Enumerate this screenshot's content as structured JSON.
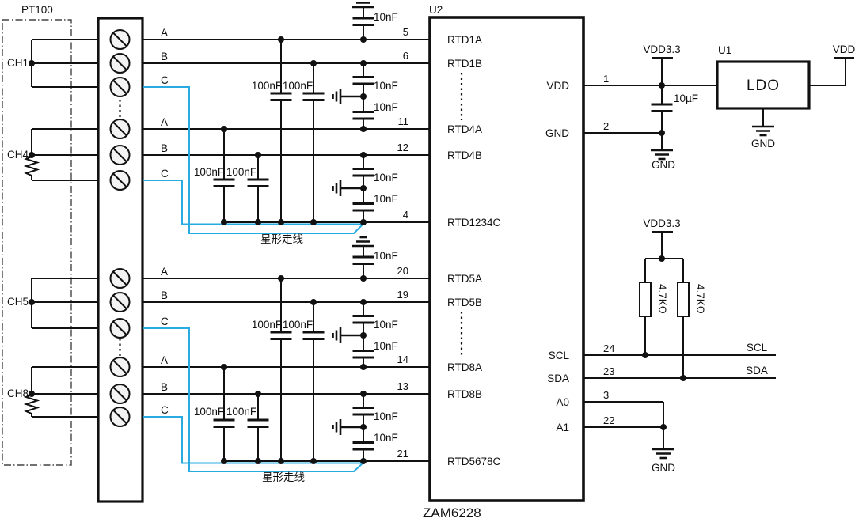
{
  "sensor": {
    "box_label": "PT100",
    "channels": [
      "CH1",
      "CH4",
      "CH5",
      "CH8"
    ]
  },
  "wires": {
    "a": "A",
    "b": "B",
    "c": "C"
  },
  "caps": {
    "c100n": "100nF",
    "c10n": "10nF",
    "c10u": "10µF"
  },
  "note": {
    "star": "星形走线"
  },
  "chip": {
    "ref": "U2",
    "part": "ZAM6228",
    "left_pins": [
      {
        "num": "5",
        "name": "RTD1A"
      },
      {
        "num": "6",
        "name": "RTD1B"
      },
      {
        "num": "11",
        "name": "RTD4A"
      },
      {
        "num": "12",
        "name": "RTD4B"
      },
      {
        "num": "4",
        "name": "RTD1234C"
      },
      {
        "num": "20",
        "name": "RTD5A"
      },
      {
        "num": "19",
        "name": "RTD5B"
      },
      {
        "num": "14",
        "name": "RTD8A"
      },
      {
        "num": "13",
        "name": "RTD8B"
      },
      {
        "num": "21",
        "name": "RTD5678C"
      }
    ],
    "right_pins": [
      {
        "num": "1",
        "name": "VDD"
      },
      {
        "num": "2",
        "name": "GND"
      },
      {
        "num": "24",
        "name": "SCL"
      },
      {
        "num": "23",
        "name": "SDA"
      },
      {
        "num": "3",
        "name": "A0"
      },
      {
        "num": "22",
        "name": "A1"
      }
    ]
  },
  "ldo": {
    "ref": "U1",
    "label": "LDO"
  },
  "power": {
    "vdd33": "VDD3.3",
    "vdd": "VDD",
    "gnd": "GND"
  },
  "i2c": {
    "scl": "SCL",
    "sda": "SDA",
    "pullup": "4.7KΩ"
  },
  "colors": {
    "wire": "#111111",
    "highlight": "#29ABE2"
  }
}
